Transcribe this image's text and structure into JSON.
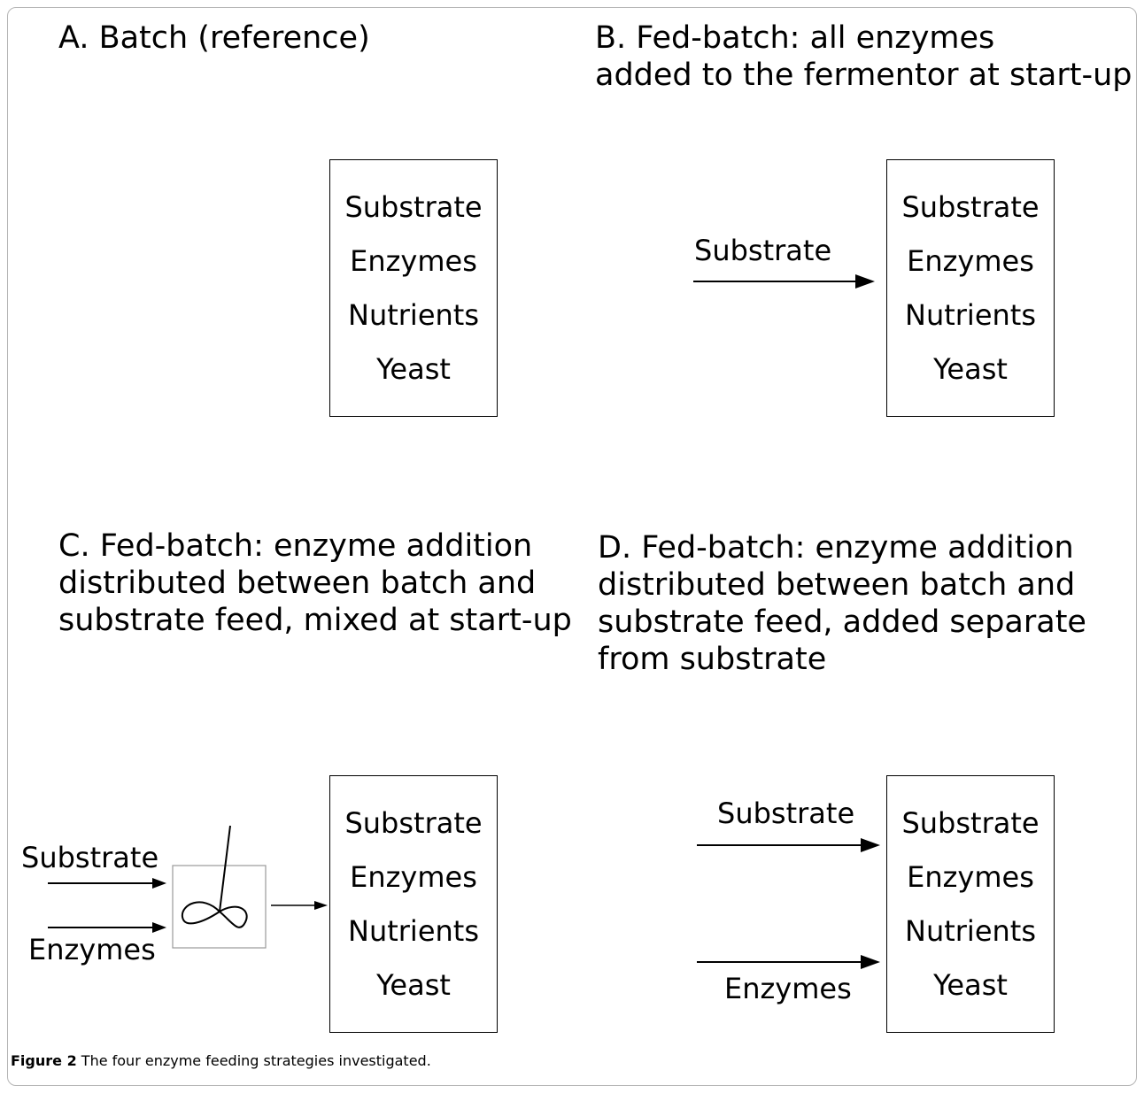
{
  "panels": {
    "a": {
      "title_lines": [
        "A. Batch (reference)"
      ],
      "fermentor": [
        "Substrate",
        "Enzymes",
        "Nutrients",
        "Yeast"
      ]
    },
    "b": {
      "title_lines": [
        "B. Fed-batch: all enzymes",
        "added to the fermentor at start-up"
      ],
      "fermentor": [
        "Substrate",
        "Enzymes",
        "Nutrients",
        "Yeast"
      ],
      "feed_label": "Substrate"
    },
    "c": {
      "title_lines": [
        "C. Fed-batch: enzyme addition",
        "distributed between batch and",
        "substrate feed, mixed at start-up"
      ],
      "fermentor": [
        "Substrate",
        "Enzymes",
        "Nutrients",
        "Yeast"
      ],
      "feed_label_top": "Substrate",
      "feed_label_bottom": "Enzymes"
    },
    "d": {
      "title_lines": [
        "D. Fed-batch: enzyme addition",
        "distributed between batch and",
        "substrate feed, added separate",
        "from substrate"
      ],
      "fermentor": [
        "Substrate",
        "Enzymes",
        "Nutrients",
        "Yeast"
      ],
      "feed_label_top": "Substrate",
      "feed_label_bottom": "Enzymes"
    }
  },
  "caption": {
    "label": "Figure 2",
    "text": " The four enzyme feeding strategies investigated",
    "end": "."
  }
}
